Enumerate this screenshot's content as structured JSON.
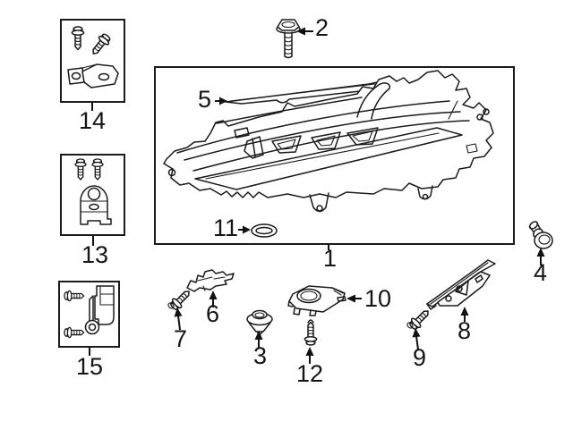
{
  "palette": {
    "background": "#ffffff",
    "line": "#1b1b1b",
    "label_text": "#151515"
  },
  "callouts": {
    "c1": {
      "label": "1"
    },
    "c2": {
      "label": "2"
    },
    "c3": {
      "label": "3"
    },
    "c4": {
      "label": "4"
    },
    "c5": {
      "label": "5"
    },
    "c6": {
      "label": "6"
    },
    "c7": {
      "label": "7"
    },
    "c8": {
      "label": "8"
    },
    "c9": {
      "label": "9"
    },
    "c10": {
      "label": "10"
    },
    "c11": {
      "label": "11"
    },
    "c12": {
      "label": "12"
    },
    "c13": {
      "label": "13"
    },
    "c14": {
      "label": "14"
    },
    "c15": {
      "label": "15"
    }
  },
  "parts": {
    "p1": {
      "callout": "1",
      "name": "headlamp-assembly"
    },
    "p2": {
      "callout": "2",
      "name": "hex-flange-bolt"
    },
    "p3": {
      "callout": "3",
      "name": "push-pin-clip"
    },
    "p4": {
      "callout": "4",
      "name": "retainer-clip"
    },
    "p5": {
      "callout": "5",
      "name": "headlamp-trim-strip"
    },
    "p6": {
      "callout": "6",
      "name": "small-mount-bracket"
    },
    "p7": {
      "callout": "7",
      "name": "tapping-screw"
    },
    "p8": {
      "callout": "8",
      "name": "side-mount-bracket"
    },
    "p9": {
      "callout": "9",
      "name": "tapping-screw"
    },
    "p10": {
      "callout": "10",
      "name": "led-driver-module"
    },
    "p11": {
      "callout": "11",
      "name": "seal-gasket-ring"
    },
    "p12": {
      "callout": "12",
      "name": "stud-screw"
    },
    "p13": {
      "callout": "13",
      "name": "bracket-kit-inset"
    },
    "p14": {
      "callout": "14",
      "name": "bracket-kit-inset"
    },
    "p15": {
      "callout": "15",
      "name": "bracket-kit-inset"
    }
  }
}
